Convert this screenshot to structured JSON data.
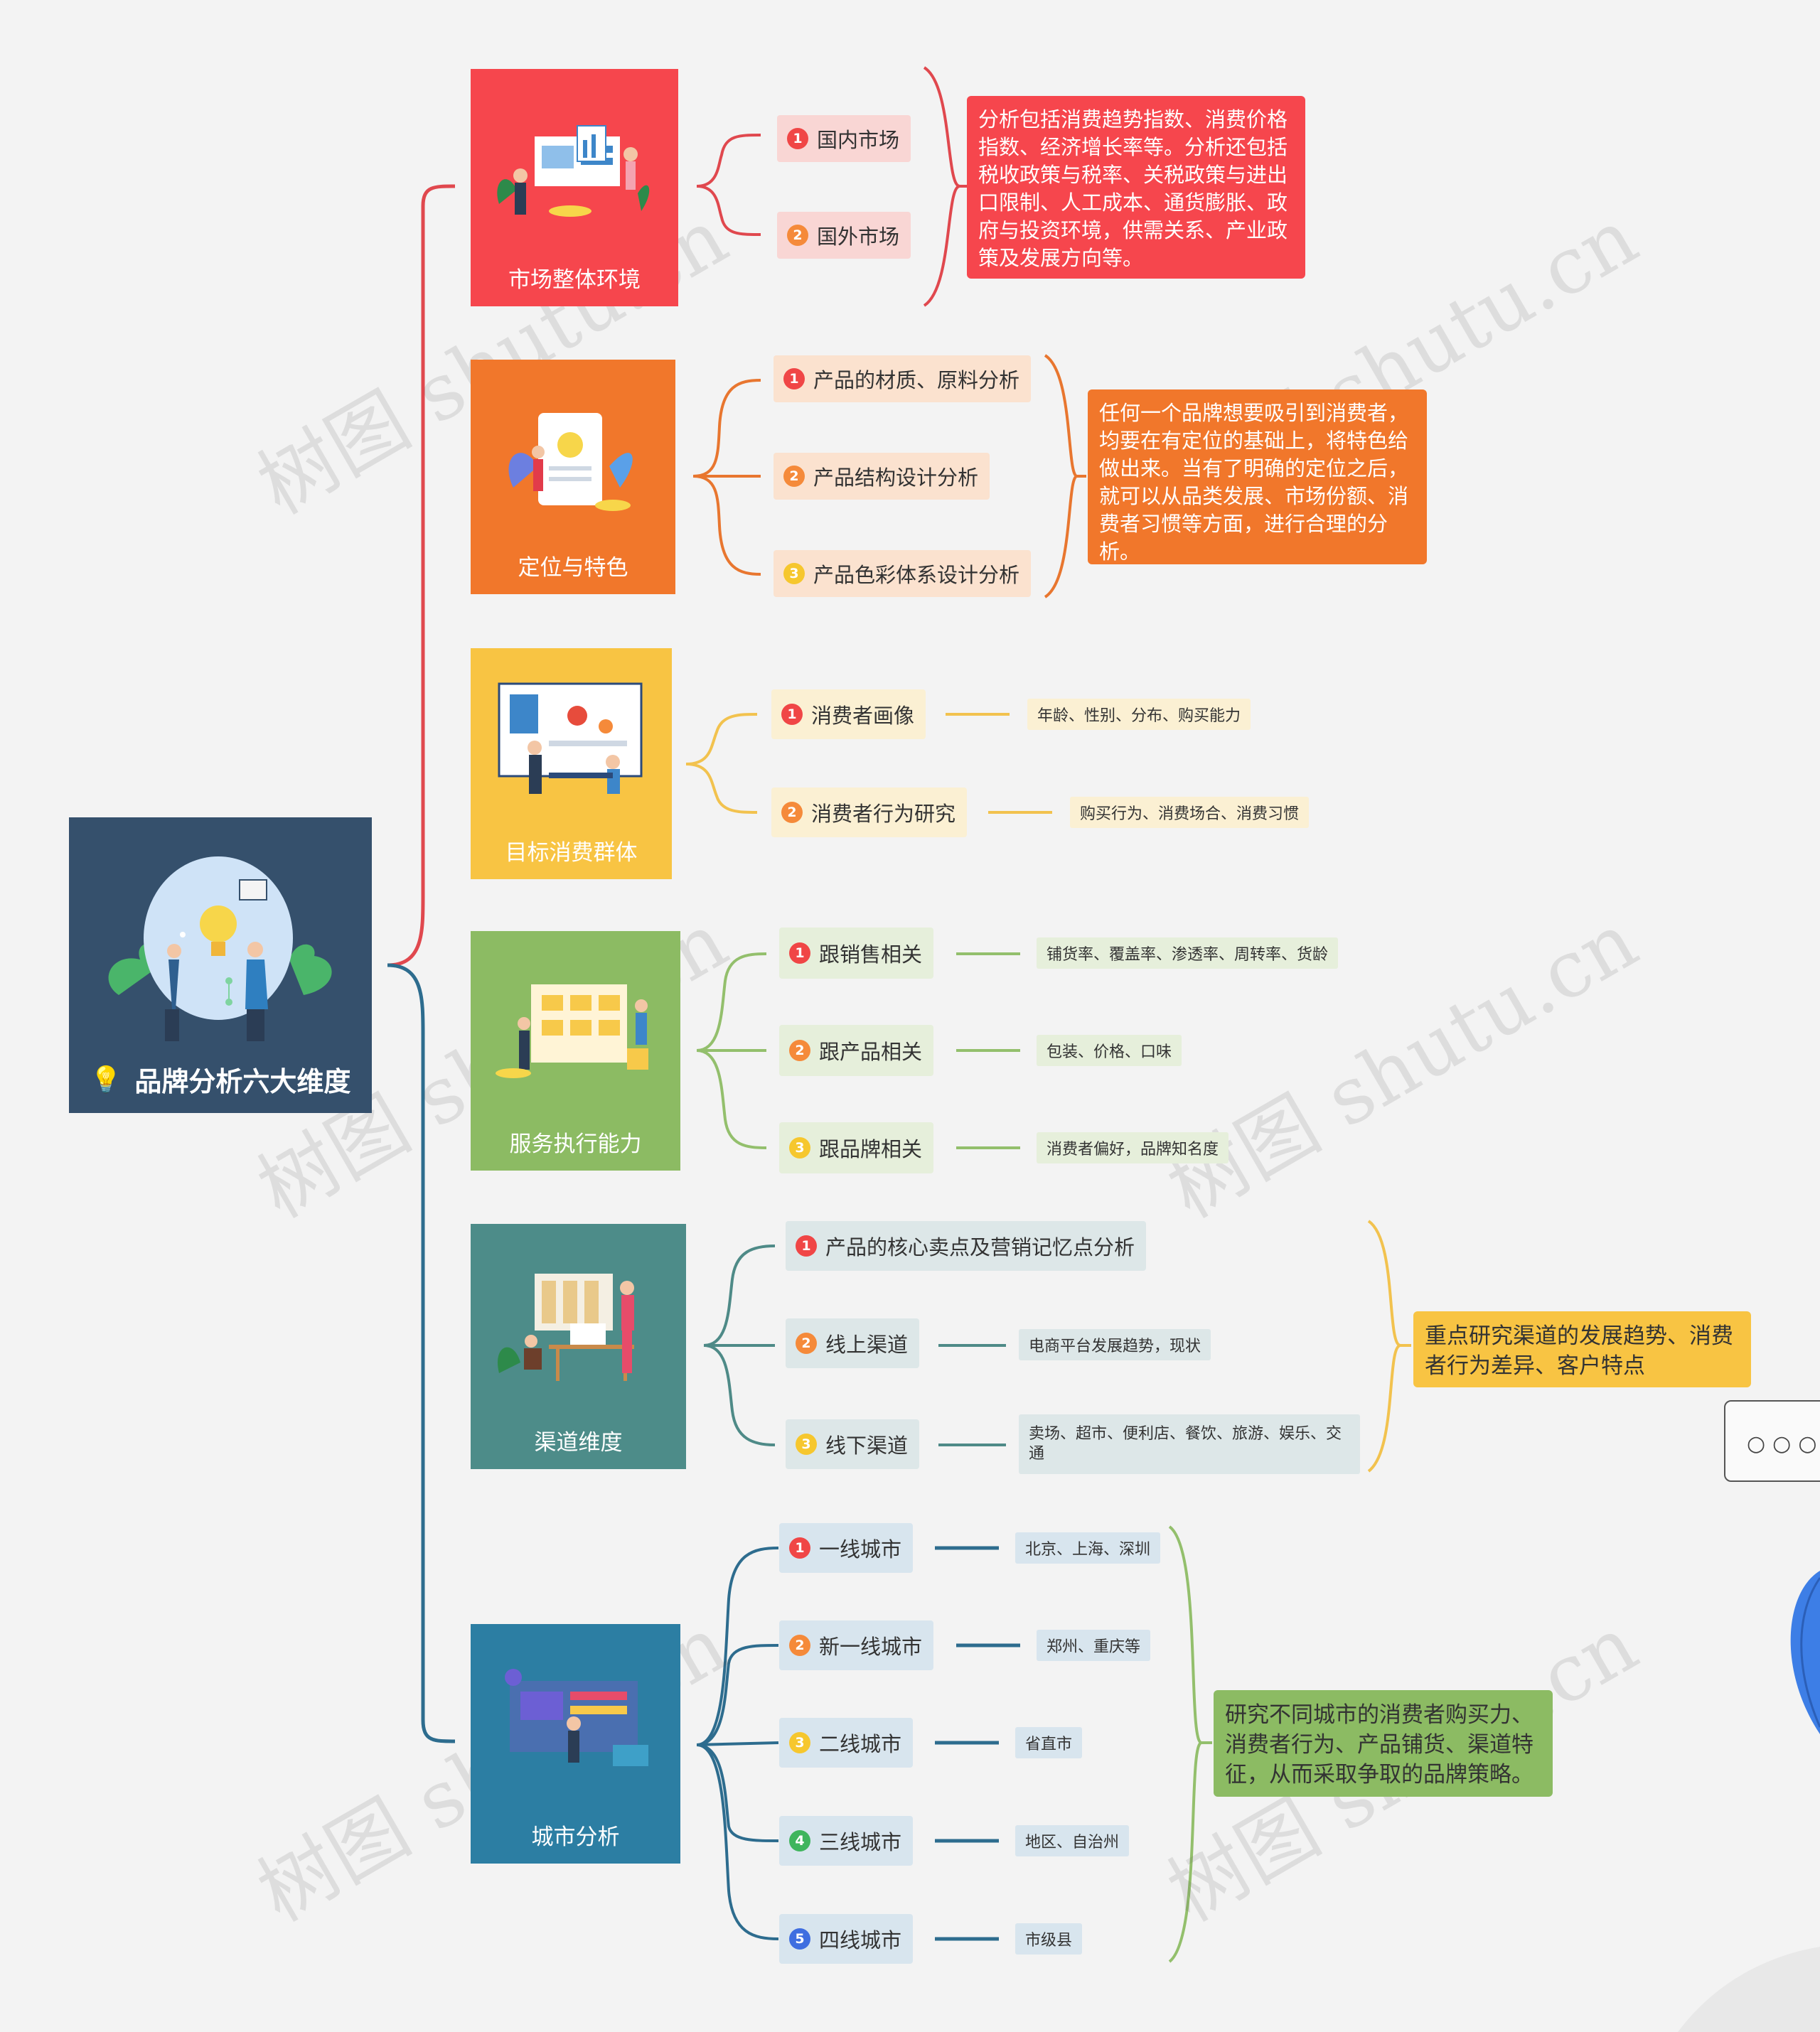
{
  "root": {
    "title": "品牌分析六大维度",
    "icon": "lightbulb-icon"
  },
  "branches": [
    {
      "id": "market",
      "label": "市场整体环境",
      "color": "#f6464d",
      "line": "#e0484e",
      "subbg": "#f9d6d4",
      "items": [
        {
          "n": "1",
          "text": "国内市场"
        },
        {
          "n": "2",
          "text": "国外市场"
        }
      ],
      "note": "分析包括消费趋势指数、消费价格指数、经济增长率等。分析还包括税收政策与税率、关税政策与进出口限制、人工成本、通货膨胀、政府与投资环境，供需关系、产业政策及发展方向等。"
    },
    {
      "id": "position",
      "label": "定位与特色",
      "color": "#f1772b",
      "line": "#e8762f",
      "subbg": "#fbe2cf",
      "items": [
        {
          "n": "1",
          "text": "产品的材质、原料分析"
        },
        {
          "n": "2",
          "text": "产品结构设计分析"
        },
        {
          "n": "3",
          "text": "产品色彩体系设计分析"
        }
      ],
      "note": "任何一个品牌想要吸引到消费者，均要在有定位的基础上，将特色给做出来。当有了明确的定位之后，就可以从品类发展、市场份额、消费者习惯等方面，进行合理的分析。"
    },
    {
      "id": "target",
      "label": "目标消费群体",
      "color": "#f8c443",
      "line": "#f2c24e",
      "subbg": "#fbf0d3",
      "items": [
        {
          "n": "1",
          "text": "消费者画像",
          "leaf": "年龄、性别、分布、购买能力"
        },
        {
          "n": "2",
          "text": "消费者行为研究",
          "leaf": "购买行为、消费场合、消费习惯"
        }
      ]
    },
    {
      "id": "service",
      "label": "服务执行能力",
      "color": "#8cbb63",
      "line": "#93bf6c",
      "subbg": "#e6efdb",
      "items": [
        {
          "n": "1",
          "text": "跟销售相关",
          "leaf": "铺货率、覆盖率、渗透率、周转率、货龄"
        },
        {
          "n": "2",
          "text": "跟产品相关",
          "leaf": "包装、价格、口味"
        },
        {
          "n": "3",
          "text": "跟品牌相关",
          "leaf": "消费者偏好，品牌知名度"
        }
      ]
    },
    {
      "id": "channel",
      "label": "渠道维度",
      "color": "#4d8c89",
      "line": "#4e8a87",
      "subbg": "#dde7e8",
      "items": [
        {
          "n": "1",
          "text": "产品的核心卖点及营销记忆点分析"
        },
        {
          "n": "2",
          "text": "线上渠道",
          "leaf": "电商平台发展趋势，现状"
        },
        {
          "n": "3",
          "text": "线下渠道",
          "leaf": "卖场、超市、便利店、餐饮、旅游、娱乐、交通"
        }
      ],
      "note": "重点研究渠道的发展趋势、消费者行为差异、客户特点"
    },
    {
      "id": "city",
      "label": "城市分析",
      "color": "#2c7ea3",
      "line": "#2d6c8e",
      "subbg": "#d8e5ee",
      "items": [
        {
          "n": "1",
          "text": "一线城市",
          "leaf": "北京、上海、深圳"
        },
        {
          "n": "2",
          "text": "新一线城市",
          "leaf": "郑州、重庆等"
        },
        {
          "n": "3",
          "text": "二线城市",
          "leaf": "省直市"
        },
        {
          "n": "4",
          "text": "三线城市",
          "leaf": "地区、自治州"
        },
        {
          "n": "5",
          "text": "四线城市",
          "leaf": "市级县"
        }
      ],
      "note": "研究不同城市的消费者购买力、消费者行为、产品铺货、渠道特征，从而采取争取的品牌策略。"
    }
  ],
  "badge_colors": [
    "#f04646",
    "#f58a3a",
    "#f6c72e",
    "#3fb55d",
    "#3f6ee0"
  ],
  "watermark": "树图 shutu.cn"
}
